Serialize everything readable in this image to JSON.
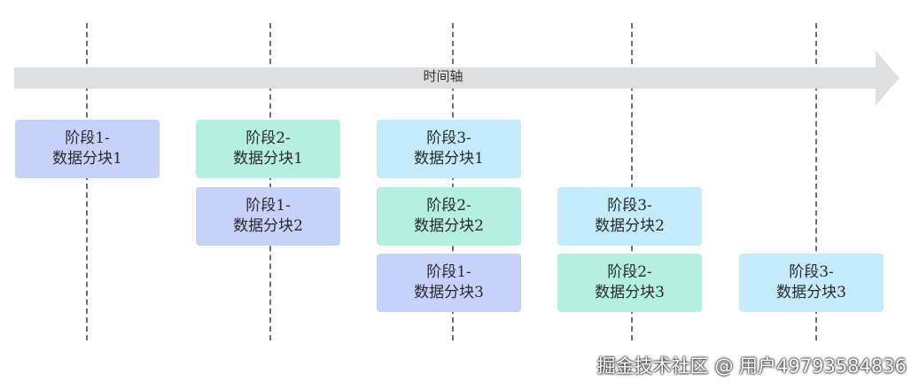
{
  "axis": {
    "label": "时间轴",
    "color": "#dedfe1"
  },
  "stage_colors": {
    "1": "#c7d2fb",
    "2": "#b4efdf",
    "3": "#c3ebfb"
  },
  "columns": [
    {
      "blocks": [
        {
          "line1": "阶段1-",
          "line2": "数据分块1",
          "stage": 1
        }
      ]
    },
    {
      "blocks": [
        {
          "line1": "阶段2-",
          "line2": "数据分块1",
          "stage": 2
        },
        {
          "line1": "阶段1-",
          "line2": "数据分块2",
          "stage": 1
        }
      ]
    },
    {
      "blocks": [
        {
          "line1": "阶段3-",
          "line2": "数据分块1",
          "stage": 3
        },
        {
          "line1": "阶段2-",
          "line2": "数据分块2",
          "stage": 2
        },
        {
          "line1": "阶段1-",
          "line2": "数据分块3",
          "stage": 1
        }
      ]
    },
    {
      "blocks": [
        {
          "line1": "阶段3-",
          "line2": "数据分块2",
          "stage": 3
        },
        {
          "line1": "阶段2-",
          "line2": "数据分块3",
          "stage": 2
        }
      ]
    },
    {
      "blocks": [
        {
          "line1": "阶段3-",
          "line2": "数据分块3",
          "stage": 3
        }
      ]
    }
  ],
  "watermark": "掘金技术社区 @ 用户4979358483​6"
}
